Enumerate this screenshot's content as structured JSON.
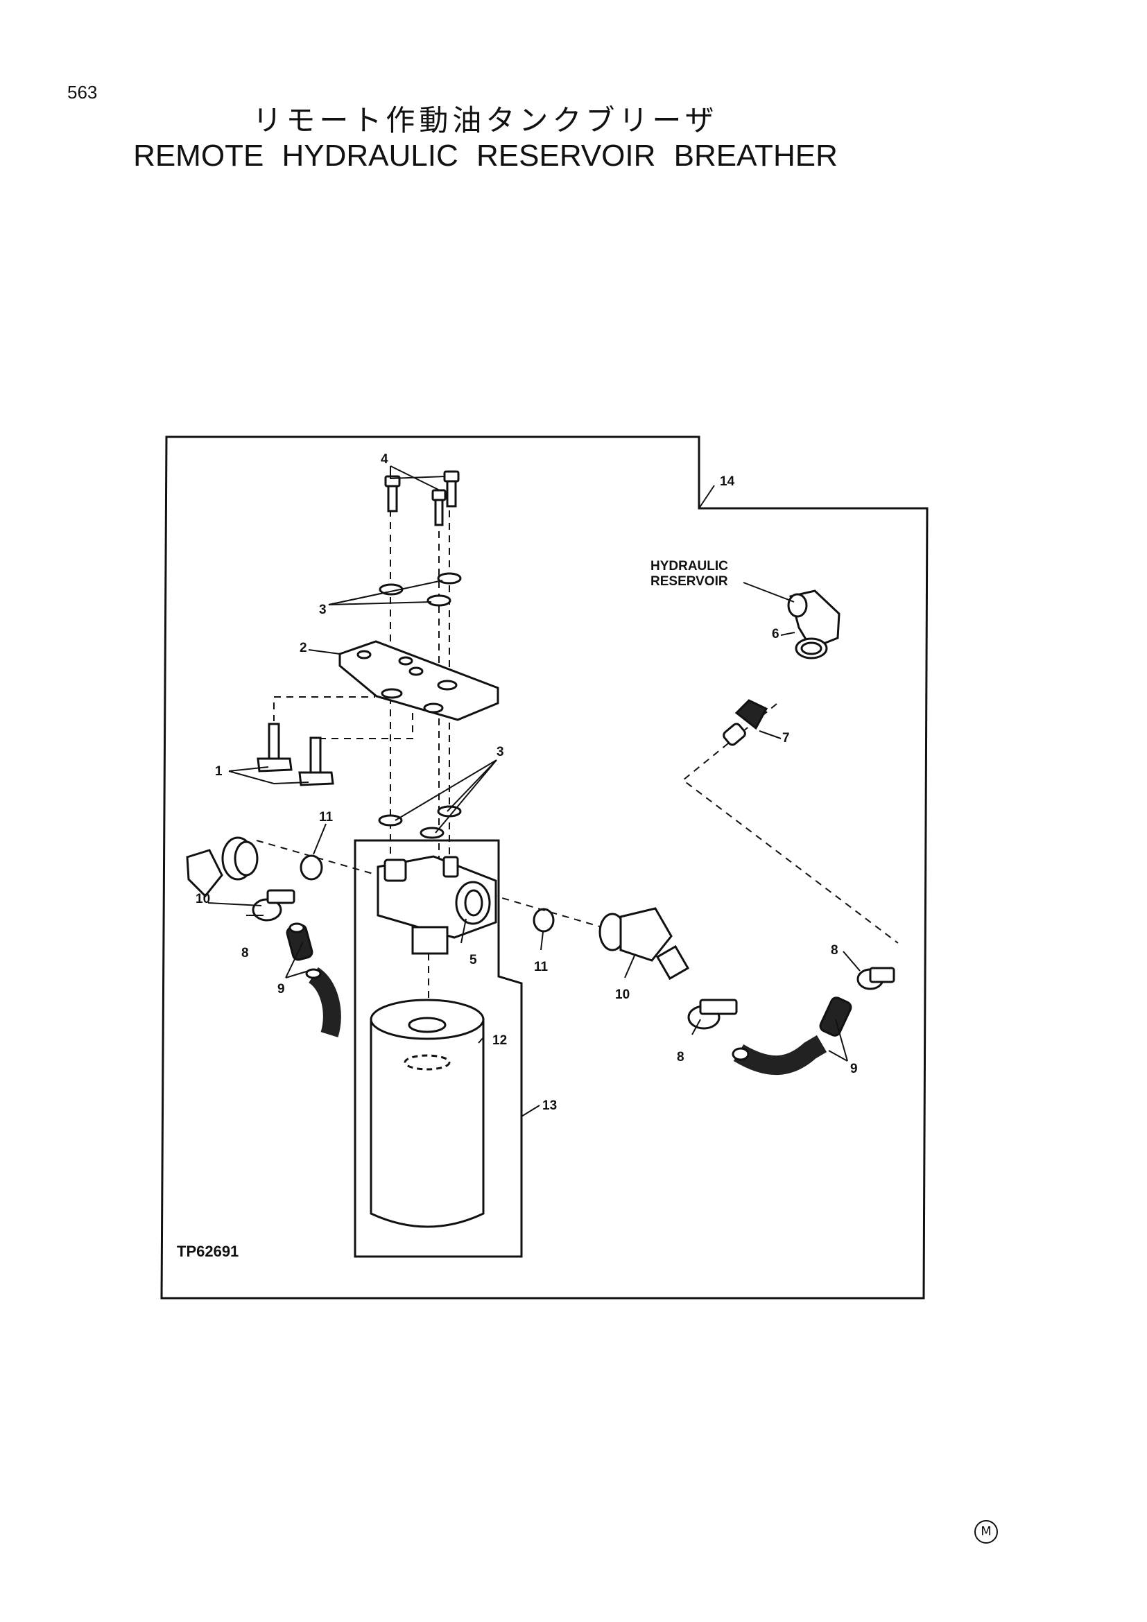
{
  "page_number": "563",
  "title_jp": "リモート作動油タンクブリーザ",
  "title_en": "REMOTE HYDRAULIC RESERVOIR BREATHER",
  "diagram": {
    "figure_code": "TP62691",
    "note_label_line1": "HYDRAULIC",
    "note_label_line2": "RESERVOIR",
    "callouts": {
      "c1": "1",
      "c2": "2",
      "c3a": "3",
      "c3b": "3",
      "c4": "4",
      "c5": "5",
      "c6": "6",
      "c7": "7",
      "c8a": "8",
      "c8b": "8",
      "c8c": "8",
      "c9a": "9",
      "c9b": "9",
      "c10a": "10",
      "c10b": "10",
      "c11a": "11",
      "c11b": "11",
      "c12": "12",
      "c13": "13",
      "c14": "14"
    }
  },
  "footer_mark": "M"
}
